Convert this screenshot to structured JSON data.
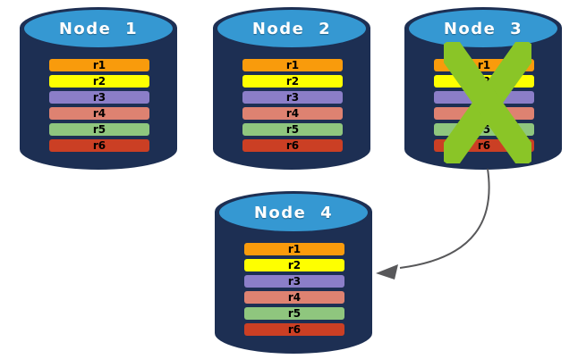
{
  "diagram": {
    "background": "#ffffff",
    "palette": {
      "cylinder_body": "#1D2F53",
      "cylinder_cap": "#3598D2",
      "title_text": "#FFFFFF",
      "bar_text": "#000000",
      "x_mark": "#8AC527",
      "arrow": "#58595B"
    },
    "nodes": [
      {
        "id": "node-1",
        "label": "Node 1",
        "failed": false,
        "rows": [
          {
            "label": "r1",
            "color": "#F99B0C"
          },
          {
            "label": "r2",
            "color": "#FEFF00"
          },
          {
            "label": "r3",
            "color": "#8B7EC8"
          },
          {
            "label": "r4",
            "color": "#DE8271"
          },
          {
            "label": "r5",
            "color": "#8FC67E"
          },
          {
            "label": "r6",
            "color": "#CB3F24"
          }
        ]
      },
      {
        "id": "node-2",
        "label": "Node 2",
        "failed": false,
        "rows": [
          {
            "label": "r1",
            "color": "#F99B0C"
          },
          {
            "label": "r2",
            "color": "#FEFF00"
          },
          {
            "label": "r3",
            "color": "#8B7EC8"
          },
          {
            "label": "r4",
            "color": "#DE8271"
          },
          {
            "label": "r5",
            "color": "#8FC67E"
          },
          {
            "label": "r6",
            "color": "#CB3F24"
          }
        ]
      },
      {
        "id": "node-3",
        "label": "Node 3",
        "failed": true,
        "rows": [
          {
            "label": "r1",
            "color": "#F99B0C"
          },
          {
            "label": "r2",
            "color": "#FEFF00"
          },
          {
            "label": "r3",
            "color": "#8B7EC8"
          },
          {
            "label": "r4",
            "color": "#DE8271"
          },
          {
            "label": "r5",
            "color": "#8FC67E"
          },
          {
            "label": "r6",
            "color": "#CB3F24"
          }
        ]
      },
      {
        "id": "node-4",
        "label": "Node 4",
        "failed": false,
        "rows": [
          {
            "label": "r1",
            "color": "#F99B0C"
          },
          {
            "label": "r2",
            "color": "#FEFF00"
          },
          {
            "label": "r3",
            "color": "#8B7EC8"
          },
          {
            "label": "r4",
            "color": "#DE8271"
          },
          {
            "label": "r5",
            "color": "#8FC67E"
          },
          {
            "label": "r6",
            "color": "#CB3F24"
          }
        ]
      }
    ],
    "failure_mark": {
      "node": "Node 3",
      "color": "#8AC527"
    },
    "arrow": {
      "from": "Node 3",
      "to": "Node 4",
      "color": "#58585A"
    }
  }
}
